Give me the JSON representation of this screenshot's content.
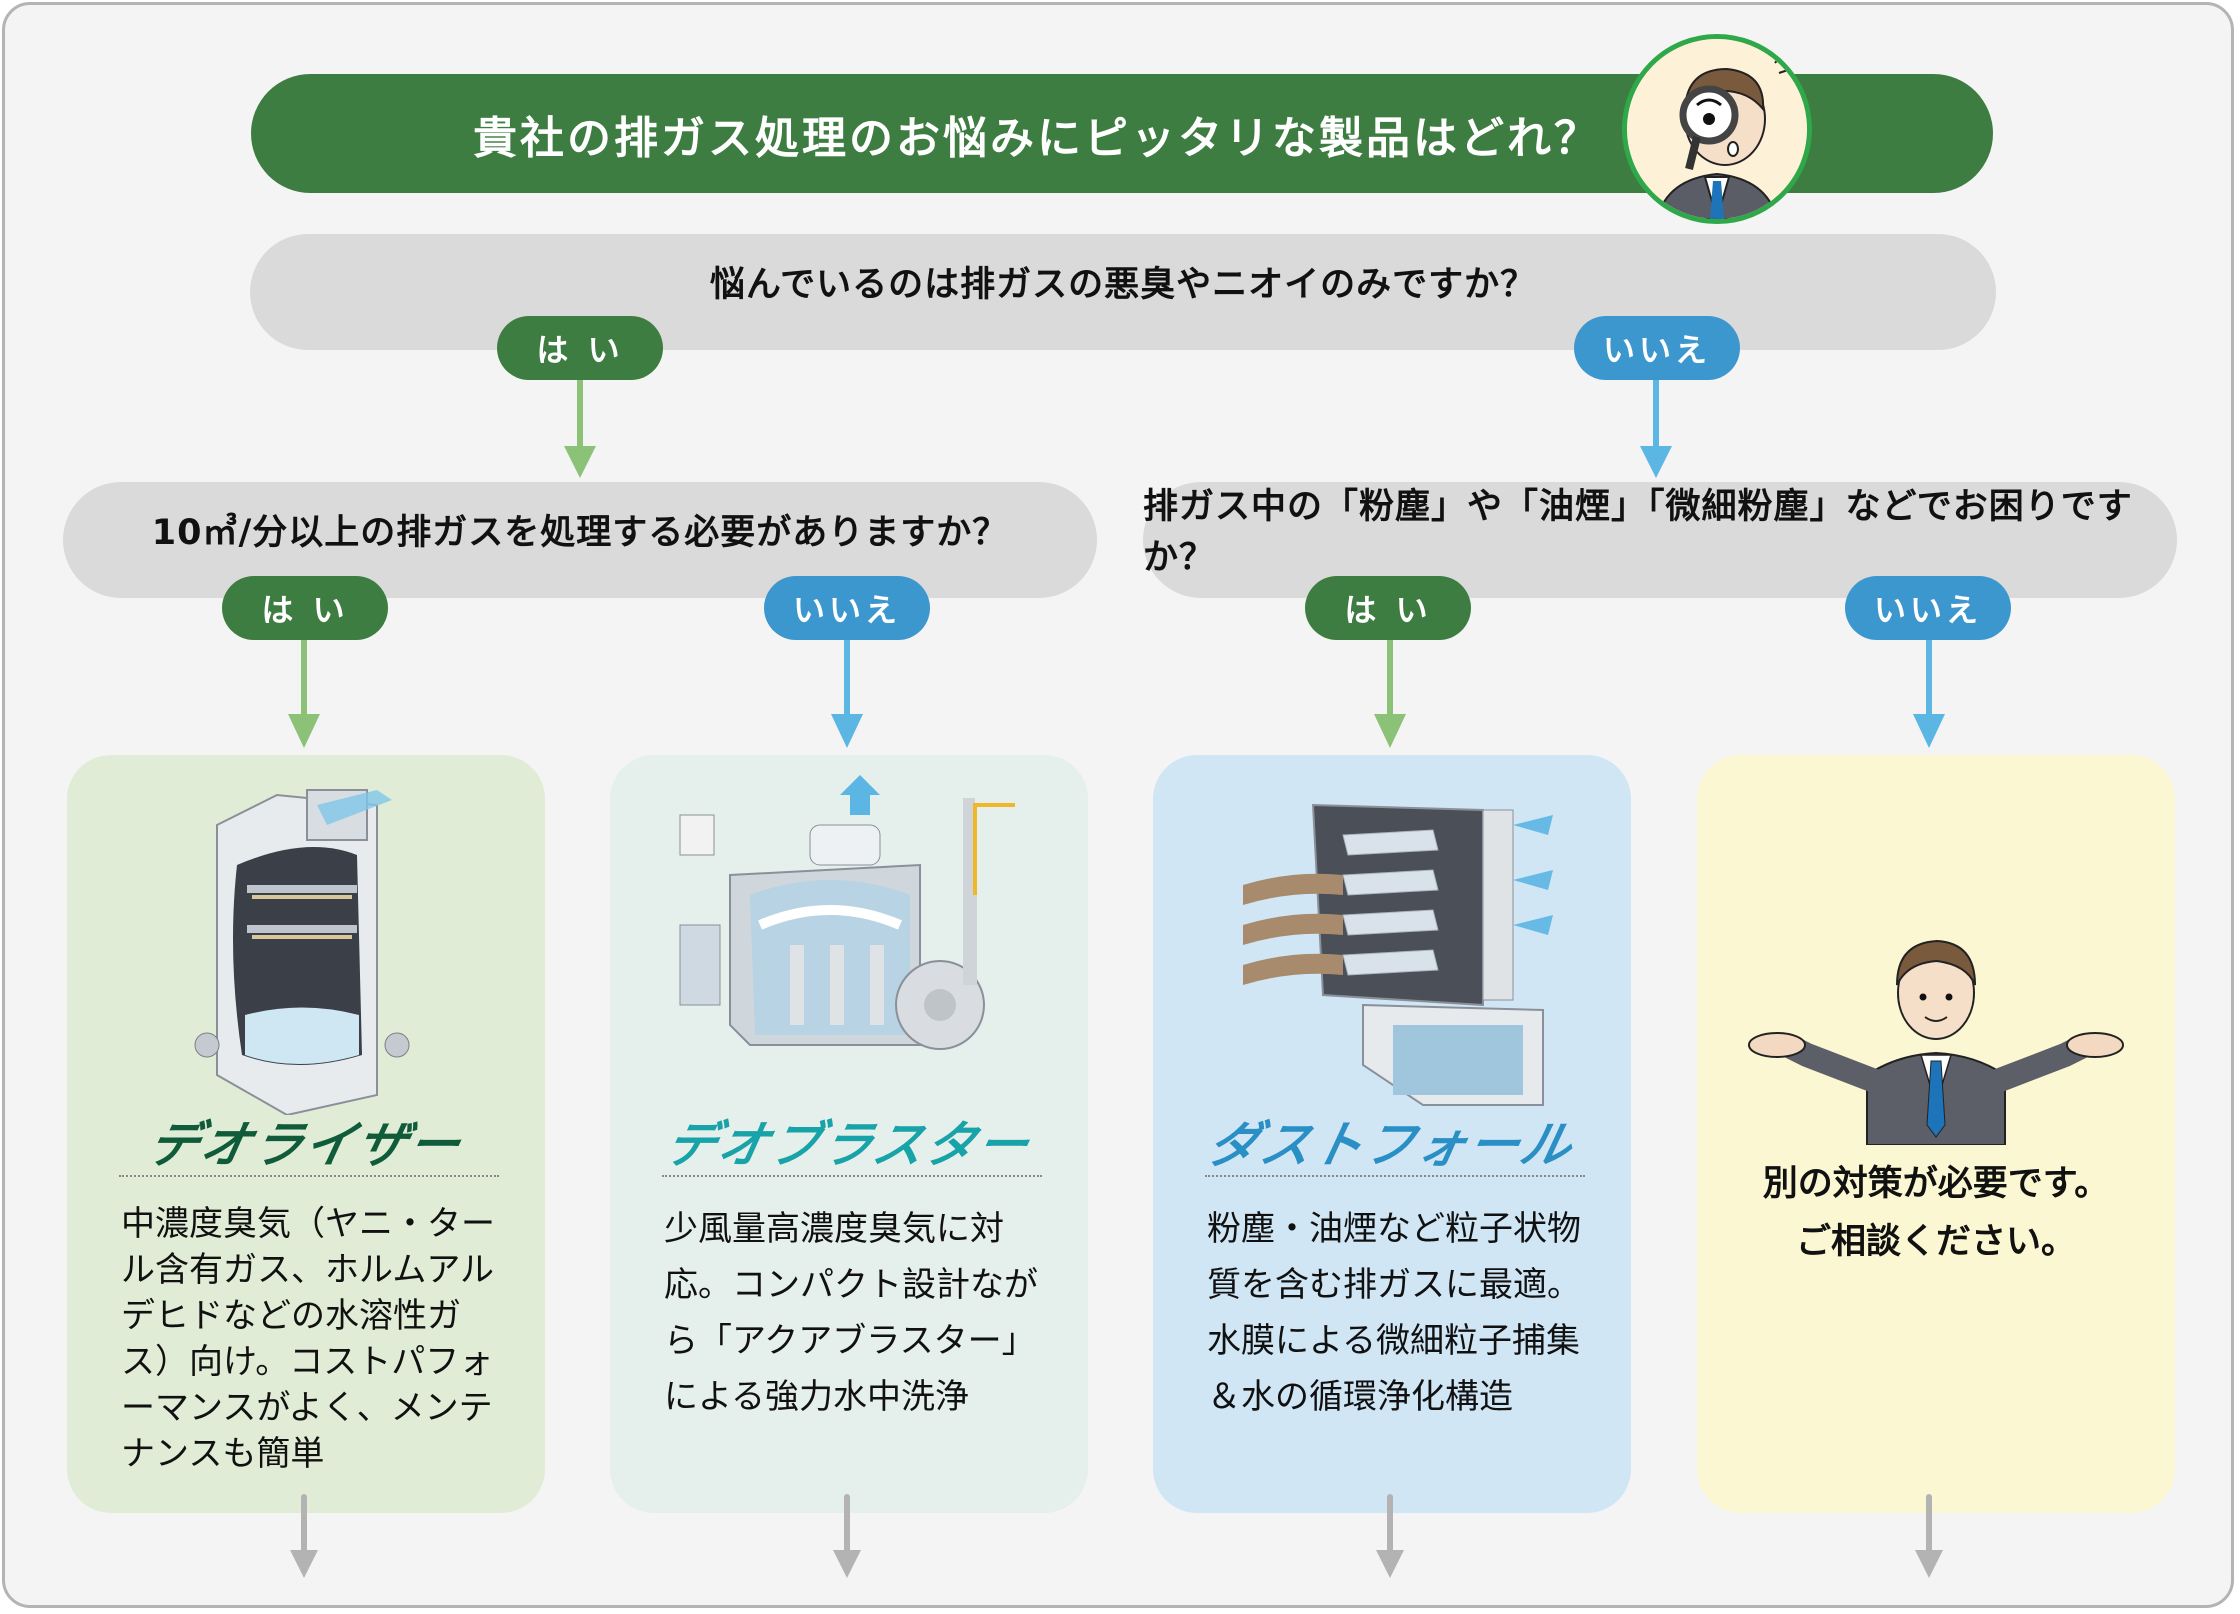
{
  "title": "貴社の排ガス処理のお悩みにピッタリな製品はどれ？",
  "title_icon": "detective-with-magnifier-icon",
  "questions": {
    "q1": "悩んでいるのは排ガスの悪臭やニオイのみですか？",
    "q2": "10㎥/分以上の排ガスを処理する必要がありますか？",
    "q3": "排ガス中の「粉塵」や「油煙」「微細粉塵」などでお困りですか？"
  },
  "answers": {
    "yes": "は い",
    "no": "いいえ"
  },
  "colors": {
    "yes": "#3e7d41",
    "no": "#3d97cf",
    "yes_arrow": "#8cc278",
    "no_arrow": "#5bb6e3",
    "next_arrow": "#b3b3b3"
  },
  "products": [
    {
      "name": "デオライザー",
      "logo_color": "#0f5b3a",
      "illustration": "deodorizer-tower-icon",
      "description": "中濃度臭気（ヤニ・タール含有ガス、ホルムアルデヒドなどの水溶性ガス）向け。コストパフォーマンスがよく、メンテナンスも簡単"
    },
    {
      "name": "デオブラスター",
      "logo_color": "#18a3a8",
      "illustration": "deoblaster-unit-icon",
      "description": "少風量高濃度臭気に対応。コンパクト設計ながら「アクアブラスター」による強力水中洗浄"
    },
    {
      "name": "ダストフォール",
      "logo_color": "#2a8fc4",
      "illustration": "dustfall-unit-icon",
      "description": "粉塵・油煙など粒子状物質を含む排ガスに最適。水膜による微細粒子捕集＆水の循環浄化構造"
    }
  ],
  "consult": {
    "illustration": "businessman-shrug-icon",
    "line1": "別の対策が必要です。",
    "line2": "ご相談ください。"
  }
}
